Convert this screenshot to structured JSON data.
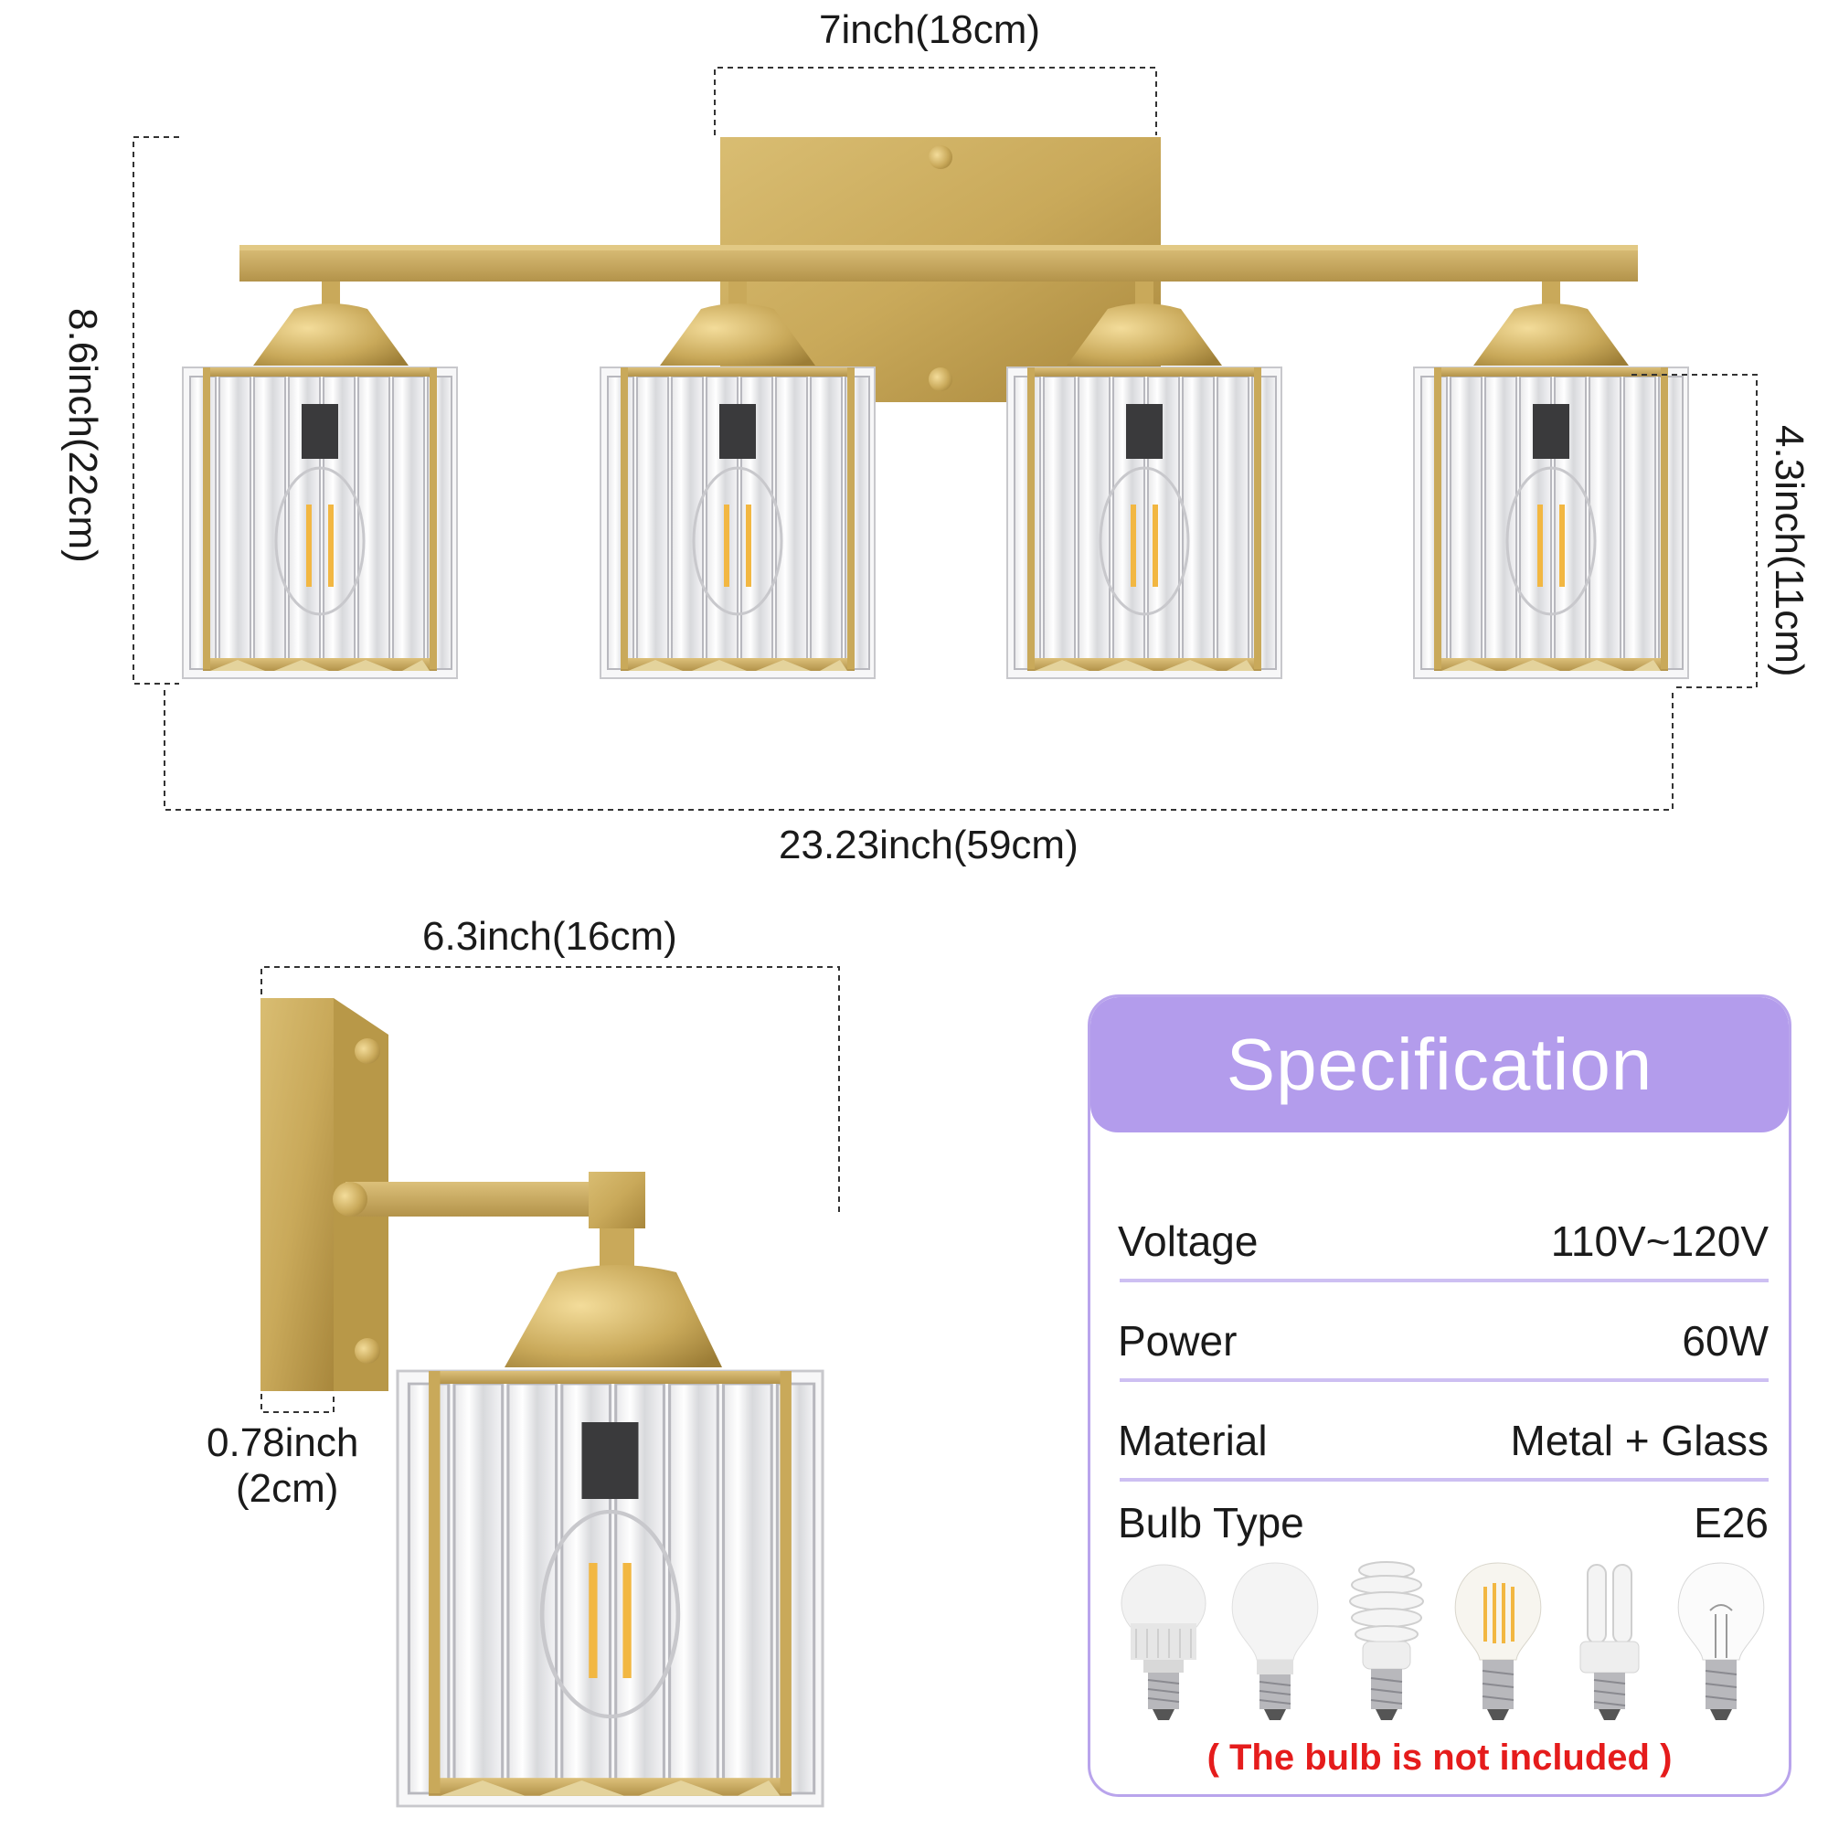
{
  "dimensions": {
    "top_plate_width": "7inch(18cm)",
    "overall_height": "8.6inch(22cm)",
    "shade_height": "4.3inch(11cm)",
    "overall_width": "23.23inch(59cm)",
    "side_depth": "6.3inch(16cm)",
    "plate_thickness_line1": "0.78inch",
    "plate_thickness_line2": "(2cm)"
  },
  "specification": {
    "title": "Specification",
    "rows": [
      {
        "key": "Voltage",
        "value": "110V~120V"
      },
      {
        "key": "Power",
        "value": "60W"
      },
      {
        "key": "Material",
        "value": "Metal + Glass"
      },
      {
        "key": "Bulb Type",
        "value": "E26"
      }
    ],
    "bulb_icons": [
      "led-a19-bulb-icon",
      "frosted-bulb-icon",
      "spiral-cfl-bulb-icon",
      "filament-led-bulb-icon",
      "u-tube-cfl-bulb-icon",
      "incandescent-bulb-icon"
    ],
    "note": "( The bulb is not included )"
  },
  "colors": {
    "brass": "#c9a95a",
    "brass_dark": "#a8873c",
    "accent_purple": "#b39cec",
    "note_red": "#e51c1c"
  }
}
